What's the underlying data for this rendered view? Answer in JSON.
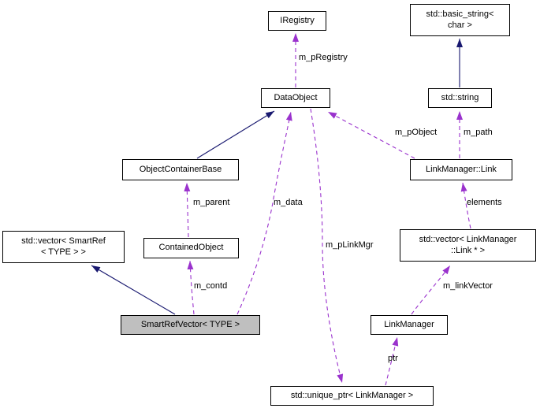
{
  "diagram": {
    "kind": "doxygen-collaboration-graph",
    "focus_class": "SmartRefVector< TYPE >",
    "colors": {
      "background": "#ffffff",
      "node_border": "#000000",
      "node_fill": "#ffffff",
      "focus_node_fill": "#bfbfbf",
      "inheritance_edge": "#191970",
      "usage_edge": "#9a32cd",
      "text": "#000000"
    },
    "nodes": [
      {
        "id": "iregistry",
        "label": "IRegistry",
        "focus": false
      },
      {
        "id": "std-basic-string",
        "label": "std::basic_string<\nchar >",
        "focus": false
      },
      {
        "id": "dataobject",
        "label": "DataObject",
        "focus": false
      },
      {
        "id": "std-string",
        "label": "std::string",
        "focus": false
      },
      {
        "id": "objectcontainerbase",
        "label": "ObjectContainerBase",
        "focus": false
      },
      {
        "id": "linkmanager-link",
        "label": "LinkManager::Link",
        "focus": false
      },
      {
        "id": "std-vector-smartref",
        "label": "std::vector< SmartRef\n< TYPE > >",
        "focus": false
      },
      {
        "id": "containedobject",
        "label": "ContainedObject",
        "focus": false
      },
      {
        "id": "std-vector-linkmanager-link",
        "label": "std::vector< LinkManager\n::Link * >",
        "focus": false
      },
      {
        "id": "smartrefvector",
        "label": "SmartRefVector< TYPE >",
        "focus": true
      },
      {
        "id": "linkmanager",
        "label": "LinkManager",
        "focus": false
      },
      {
        "id": "std-unique-ptr",
        "label": "std::unique_ptr< LinkManager >",
        "focus": false
      }
    ],
    "edges": [
      {
        "from": "ObjectContainerBase",
        "to": "DataObject",
        "type": "inheritance",
        "label": ""
      },
      {
        "from": "std::string",
        "to": "std::basic_string< char >",
        "type": "inheritance",
        "label": ""
      },
      {
        "from": "SmartRefVector< TYPE >",
        "to": "std::vector< SmartRef< TYPE > >",
        "type": "inheritance",
        "label": ""
      },
      {
        "from": "DataObject",
        "to": "IRegistry",
        "type": "usage",
        "label": "m_pRegistry"
      },
      {
        "from": "ContainedObject",
        "to": "ObjectContainerBase",
        "type": "usage",
        "label": "m_parent"
      },
      {
        "from": "SmartRefVector< TYPE >",
        "to": "ContainedObject",
        "type": "usage",
        "label": "m_contd"
      },
      {
        "from": "SmartRefVector< TYPE >",
        "to": "DataObject",
        "type": "usage",
        "label": "m_data"
      },
      {
        "from": "LinkManager::Link",
        "to": "DataObject",
        "type": "usage",
        "label": "m_pObject"
      },
      {
        "from": "LinkManager::Link",
        "to": "std::string",
        "type": "usage",
        "label": "m_path"
      },
      {
        "from": "std::vector< LinkManager::Link * >",
        "to": "LinkManager::Link",
        "type": "usage",
        "label": "elements"
      },
      {
        "from": "LinkManager",
        "to": "std::vector< LinkManager::Link * >",
        "type": "usage",
        "label": "m_linkVector"
      },
      {
        "from": "std::unique_ptr< LinkManager >",
        "to": "LinkManager",
        "type": "usage",
        "label": "ptr"
      },
      {
        "from": "DataObject",
        "to": "std::unique_ptr< LinkManager >",
        "type": "usage",
        "label": "m_pLinkMgr"
      }
    ]
  }
}
